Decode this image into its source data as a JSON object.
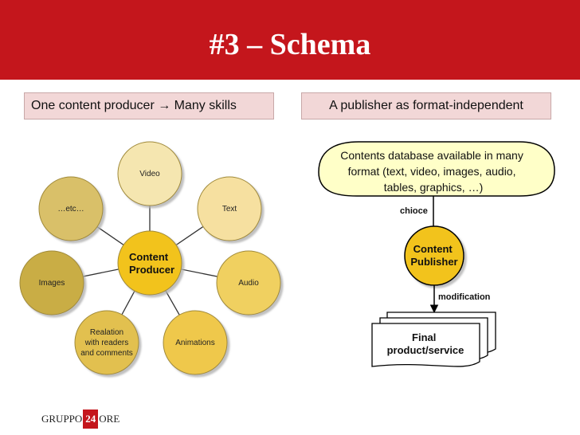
{
  "title": "#3 – Schema",
  "left_header": "One content producer → Many skills",
  "right_header": "A publisher as format-independent",
  "center_node": [
    "Content",
    "Producer"
  ],
  "skill_nodes": [
    {
      "id": "video",
      "lines": [
        "Video"
      ],
      "color": "#f5e6b0"
    },
    {
      "id": "text",
      "lines": [
        "Text"
      ],
      "color": "#f6e0a0"
    },
    {
      "id": "audio",
      "lines": [
        "Audio"
      ],
      "color": "#f0d060"
    },
    {
      "id": "animations",
      "lines": [
        "Animations"
      ],
      "color": "#efc84c"
    },
    {
      "id": "relation",
      "lines": [
        "Realation",
        "with readers",
        "and comments"
      ],
      "color": "#e2c050"
    },
    {
      "id": "images",
      "lines": [
        "Images"
      ],
      "color": "#c9ad45"
    },
    {
      "id": "etc",
      "lines": [
        "…etc…"
      ],
      "color": "#d9c069"
    }
  ],
  "database_lines": [
    "Contents database available in many",
    "format (text, video, images, audio,",
    "tables, graphics, …)"
  ],
  "choice_label": "chioce",
  "publisher_lines": [
    "Content",
    "Publisher"
  ],
  "modification_label": "modification",
  "final_lines": [
    "Final",
    "product/service"
  ],
  "logo": {
    "left": "GRUPPO",
    "mid": "24",
    "right": "ORE"
  },
  "colors": {
    "brand_red": "#c4161c",
    "center_node": "#f2c31a",
    "database": "#ffffc8",
    "header_band": "#f2d7d7"
  }
}
